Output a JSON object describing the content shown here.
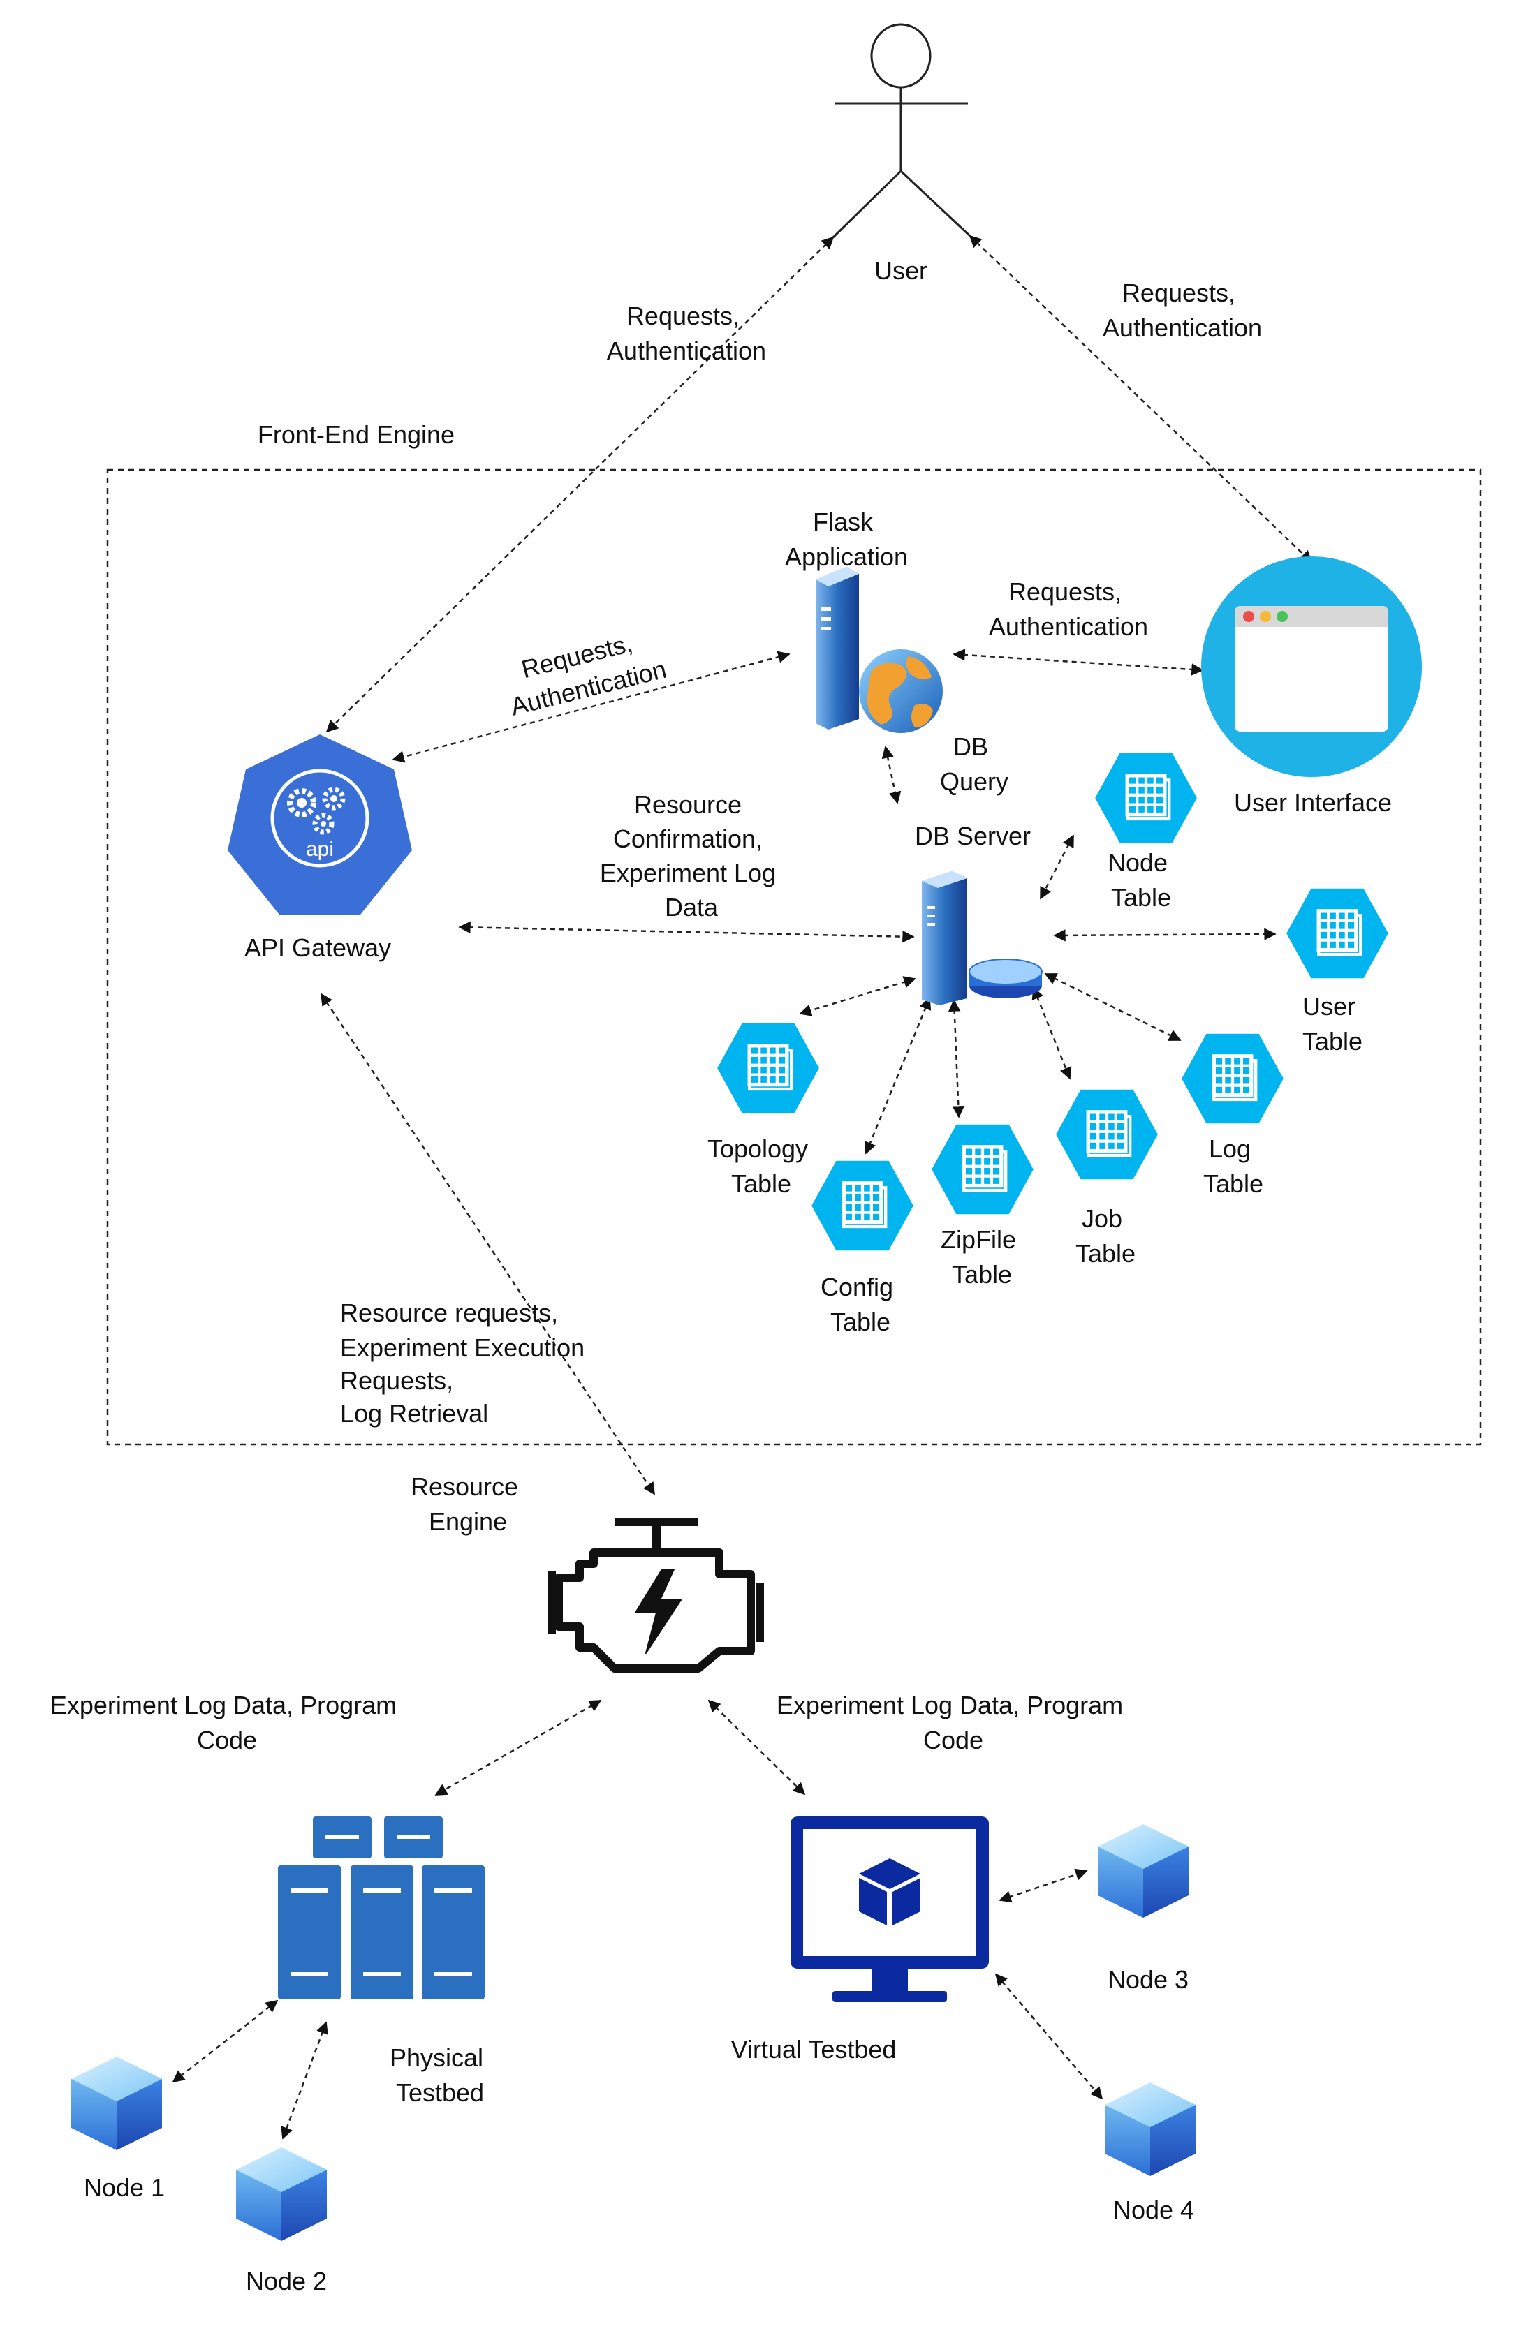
{
  "user": {
    "label": "User"
  },
  "front_end": {
    "label": "Front-End Engine"
  },
  "flask": {
    "label": [
      "Flask",
      "Application"
    ]
  },
  "user_interface": {
    "label": "User Interface"
  },
  "api_gateway": {
    "label": "API Gateway",
    "icon_text": "api"
  },
  "db": {
    "query_label": [
      "DB",
      "Query"
    ],
    "server_label": "DB Server"
  },
  "tables": {
    "node": [
      "Node",
      "Table"
    ],
    "user": [
      "User",
      "Table"
    ],
    "log": [
      "Log",
      "Table"
    ],
    "job": [
      "Job",
      "Table"
    ],
    "zipfile": [
      "ZipFile",
      "Table"
    ],
    "config": [
      "Config",
      "Table"
    ],
    "topology": [
      "Topology",
      "Table"
    ]
  },
  "edges": {
    "user_api": [
      "Requests,",
      "Authentication"
    ],
    "user_ui": [
      "Requests,",
      "Authentication"
    ],
    "flask_ui": [
      "Requests,",
      "Authentication"
    ],
    "api_flask": [
      "Requests,",
      "Authentication"
    ],
    "api_db": [
      "Resource",
      "Confirmation,",
      "Experiment Log",
      "Data"
    ],
    "api_resource": [
      "Resource requests,",
      "Experiment Execution",
      "Requests,",
      "Log Retrieval"
    ],
    "resource_physical": [
      "Experiment Log Data, Program",
      "Code"
    ],
    "resource_virtual": [
      "Experiment Log Data, Program",
      "Code"
    ]
  },
  "resource_engine": {
    "label": [
      "Resource",
      "Engine"
    ]
  },
  "physical_testbed": {
    "label": [
      "Physical",
      "Testbed"
    ]
  },
  "virtual_testbed": {
    "label": "Virtual Testbed"
  },
  "nodes": {
    "n1": "Node 1",
    "n2": "Node 2",
    "n3": "Node 3",
    "n4": "Node 4"
  },
  "colors": {
    "table_hex": "#00b4f0",
    "api_blue": "#3b6fd8",
    "ui_circle": "#1fb2e6",
    "server_blue": "#2a6fc0",
    "virtual_blue": "#0b2aa0",
    "cube_light": "#9fd8ff",
    "cube_dark": "#2464d4"
  }
}
